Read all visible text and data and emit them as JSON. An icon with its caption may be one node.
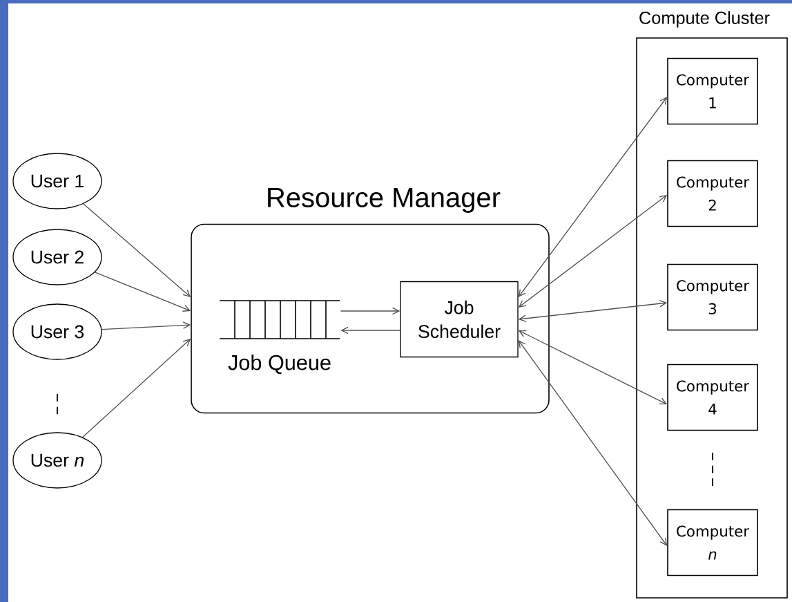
{
  "diagram": {
    "nodes": [
      {
        "text": [
          "User 1"
        ]
      },
      {
        "text": [
          "User 2"
        ]
      },
      {
        "text": [
          "User 3"
        ]
      },
      {
        "text": [
          "User *n*"
        ]
      },
      {
        "text": [
          "Resource Manager"
        ]
      },
      {
        "text": [
          "Job Queue"
        ],
        "in": 4
      },
      {
        "text": [
          "Job Scheduler"
        ],
        "in": 4
      },
      {
        "text": [
          "Compute Cluster"
        ]
      },
      {
        "text": [
          "Computer 1"
        ],
        "in": 7
      },
      {
        "text": [
          "Computer 2"
        ],
        "in": 7
      },
      {
        "text": [
          "Computer 3"
        ],
        "in": 7
      },
      {
        "text": [
          "Computer 4"
        ],
        "in": 7
      },
      {
        "text": [
          "Computer *n*"
        ],
        "in": 7
      }
    ],
    "edges": [
      {
        "from": 0,
        "to": 4,
        "arrow": "to"
      },
      {
        "from": 1,
        "to": 4,
        "arrow": "to"
      },
      {
        "from": 2,
        "to": 4,
        "arrow": "to"
      },
      {
        "from": 3,
        "to": 4,
        "arrow": "to"
      },
      {
        "from": 5,
        "to": 6,
        "arrow": "to"
      },
      {
        "from": 6,
        "to": 5,
        "arrow": "to"
      },
      {
        "from": 6,
        "to": 8,
        "arrow": "both"
      },
      {
        "from": 6,
        "to": 9,
        "arrow": "both"
      },
      {
        "from": 6,
        "to": 10,
        "arrow": "both"
      },
      {
        "from": 6,
        "to": 11,
        "arrow": "both"
      },
      {
        "from": 6,
        "to": 12,
        "arrow": "both"
      }
    ]
  }
}
